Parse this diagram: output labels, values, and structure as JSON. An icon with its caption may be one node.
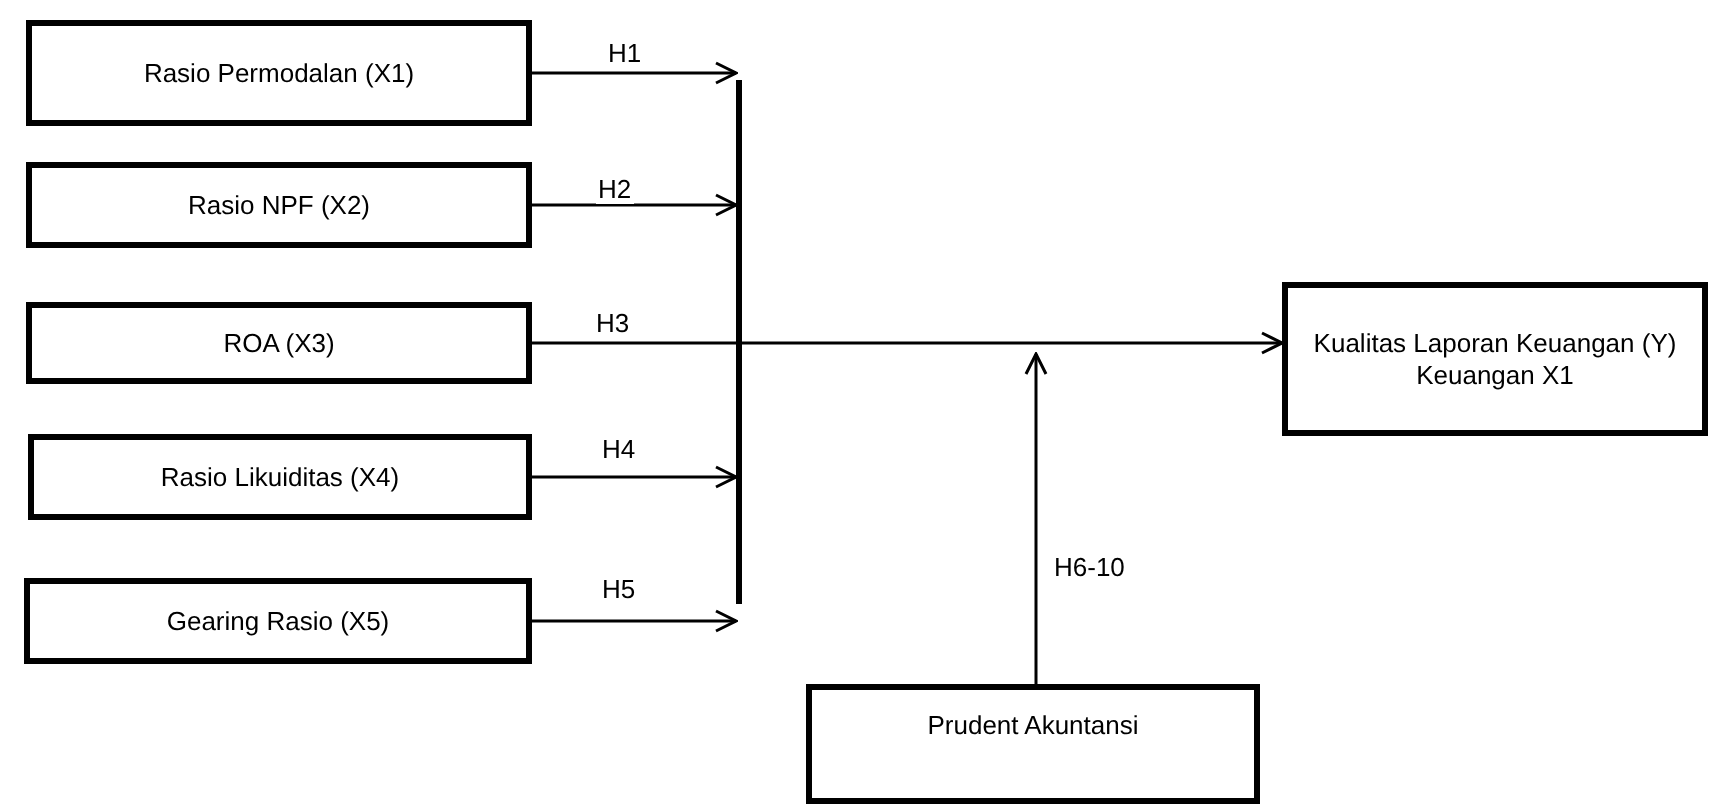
{
  "diagram": {
    "nodes": [
      {
        "text": [
          "Rasio Permodalan (X1)"
        ]
      },
      {
        "text": [
          "Rasio NPF (X2)"
        ]
      },
      {
        "text": [
          "ROA (X3)"
        ]
      },
      {
        "text": [
          "Rasio Likuiditas (X4)"
        ]
      },
      {
        "text": [
          "Gearing Rasio (X5)"
        ]
      },
      {
        "text": [],
        "shape": "bar"
      },
      {
        "text": [
          "Kualitas Laporan Keuangan (Y) Keuangan X1"
        ]
      },
      {
        "text": [
          "Prudent Akuntansi"
        ]
      }
    ],
    "edges": [
      {
        "from": 0,
        "to": 5,
        "arrow": "to",
        "label": "H1"
      },
      {
        "from": 1,
        "to": 5,
        "arrow": "to",
        "label": "H2"
      },
      {
        "from": 2,
        "to": 6,
        "arrow": "to",
        "label": "H3"
      },
      {
        "from": 3,
        "to": 5,
        "arrow": "to",
        "label": "H4"
      },
      {
        "from": 4,
        "to": 5,
        "arrow": "to",
        "label": "H5"
      },
      {
        "from": 7,
        "to": null,
        "arrow": "to",
        "label": "H6-10"
      }
    ]
  }
}
